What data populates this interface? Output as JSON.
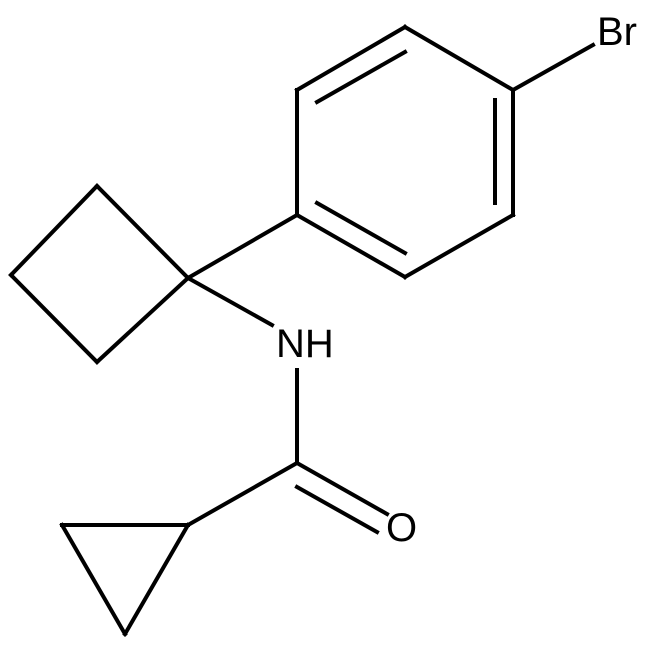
{
  "structure": {
    "atoms": {
      "bromine": "Br",
      "amide_nitrogen": "NH",
      "carbonyl_oxygen": "O"
    },
    "colors": {
      "bond": "#000000",
      "label": "#000000",
      "background": "#ffffff"
    }
  }
}
